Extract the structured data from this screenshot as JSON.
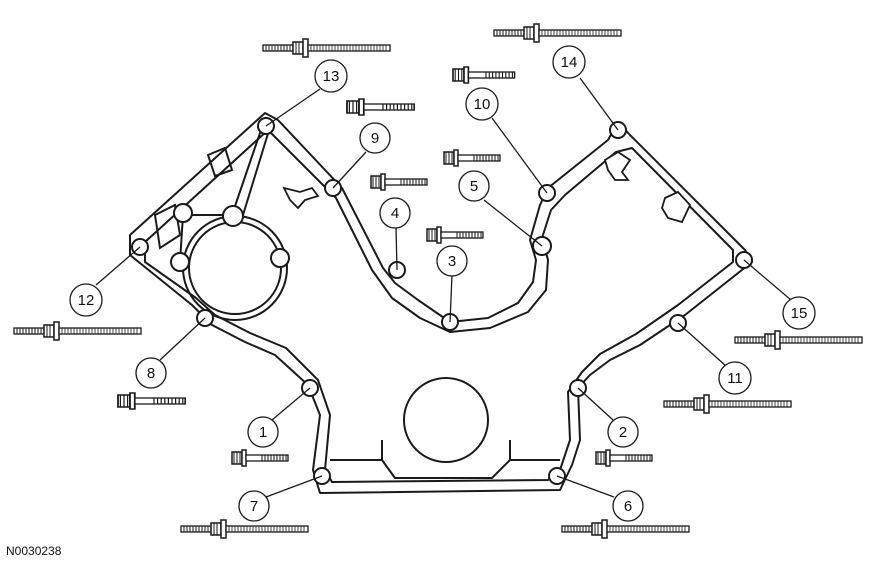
{
  "figure_id": "N0030238",
  "callouts": [
    {
      "id": "1",
      "text": "1"
    },
    {
      "id": "2",
      "text": "2"
    },
    {
      "id": "3",
      "text": "3"
    },
    {
      "id": "4",
      "text": "4"
    },
    {
      "id": "5",
      "text": "5"
    },
    {
      "id": "6",
      "text": "6"
    },
    {
      "id": "7",
      "text": "7"
    },
    {
      "id": "8",
      "text": "8"
    },
    {
      "id": "9",
      "text": "9"
    },
    {
      "id": "10",
      "text": "10"
    },
    {
      "id": "11",
      "text": "11"
    },
    {
      "id": "12",
      "text": "12"
    },
    {
      "id": "13",
      "text": "13"
    },
    {
      "id": "14",
      "text": "14"
    },
    {
      "id": "15",
      "text": "15"
    }
  ],
  "bolts": [
    {
      "callout": "1",
      "type": "short"
    },
    {
      "callout": "2",
      "type": "short"
    },
    {
      "callout": "3",
      "type": "short"
    },
    {
      "callout": "4",
      "type": "short"
    },
    {
      "callout": "5",
      "type": "short"
    },
    {
      "callout": "6",
      "type": "stud"
    },
    {
      "callout": "7",
      "type": "stud"
    },
    {
      "callout": "8",
      "type": "short"
    },
    {
      "callout": "9",
      "type": "short"
    },
    {
      "callout": "10",
      "type": "short"
    },
    {
      "callout": "11",
      "type": "stud"
    },
    {
      "callout": "12",
      "type": "stud"
    },
    {
      "callout": "13",
      "type": "stud"
    },
    {
      "callout": "14",
      "type": "stud"
    },
    {
      "callout": "15",
      "type": "stud"
    }
  ],
  "colors": {
    "line": "#1a1a1a",
    "background": "#ffffff",
    "bolt_fill": "#ffffff"
  }
}
